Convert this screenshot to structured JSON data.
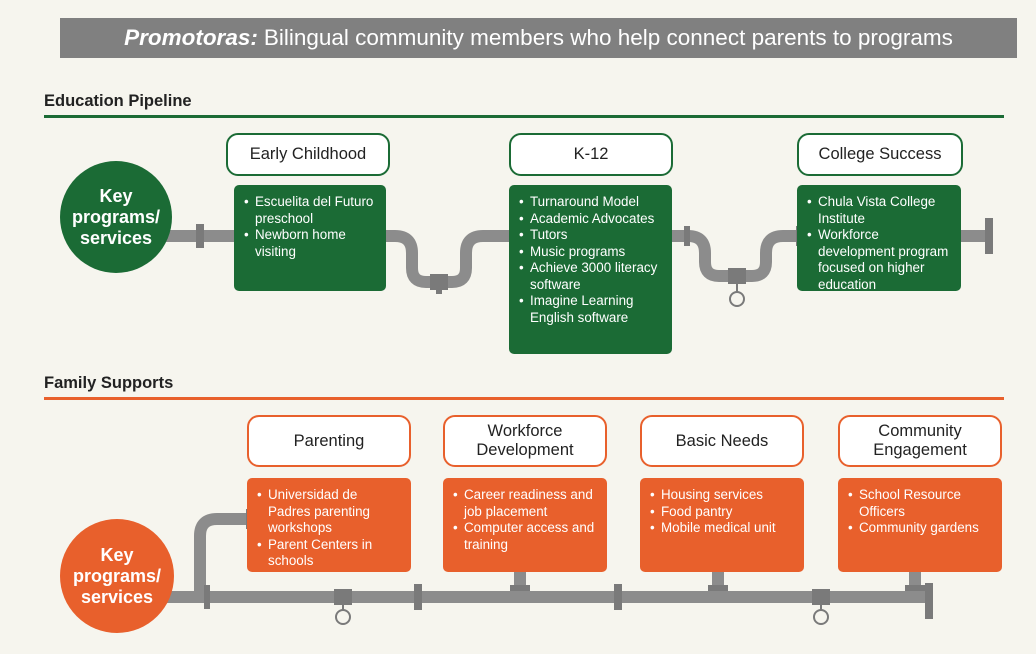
{
  "banner": {
    "lead": "Promotoras:",
    "text": "Bilingual community members who help connect parents to programs"
  },
  "education": {
    "title": "Education Pipeline",
    "key_label": [
      "Key",
      "programs/",
      "services"
    ],
    "stages": [
      {
        "name": "Early Childhood",
        "items": [
          "Escuelita del Futuro preschool",
          "Newborn home visiting"
        ]
      },
      {
        "name": "K-12",
        "items": [
          "Turnaround Model",
          "Academic Advocates",
          "Tutors",
          "Music programs",
          "Achieve 3000 literacy software",
          "Imagine Learning English software"
        ]
      },
      {
        "name": "College Success",
        "items": [
          "Chula Vista College Institute",
          "Workforce development program focused on higher education"
        ]
      }
    ]
  },
  "family": {
    "title": "Family Supports",
    "key_label": [
      "Key",
      "programs/",
      "services"
    ],
    "stages": [
      {
        "name": "Parenting",
        "items": [
          "Universidad de Padres parenting workshops",
          "Parent Centers in schools"
        ]
      },
      {
        "name": "Workforce Development",
        "items": [
          "Career readiness and job placement",
          "Computer access and training"
        ]
      },
      {
        "name": "Basic Needs",
        "items": [
          "Housing services",
          "Food pantry",
          "Mobile medical unit"
        ]
      },
      {
        "name": "Community Engagement",
        "items": [
          "School Resource Officers",
          "Community gardens"
        ]
      }
    ]
  },
  "colors": {
    "green": "#1b6b35",
    "orange": "#e8602c",
    "pipe": "#8c8c8c",
    "banner": "#808080"
  }
}
